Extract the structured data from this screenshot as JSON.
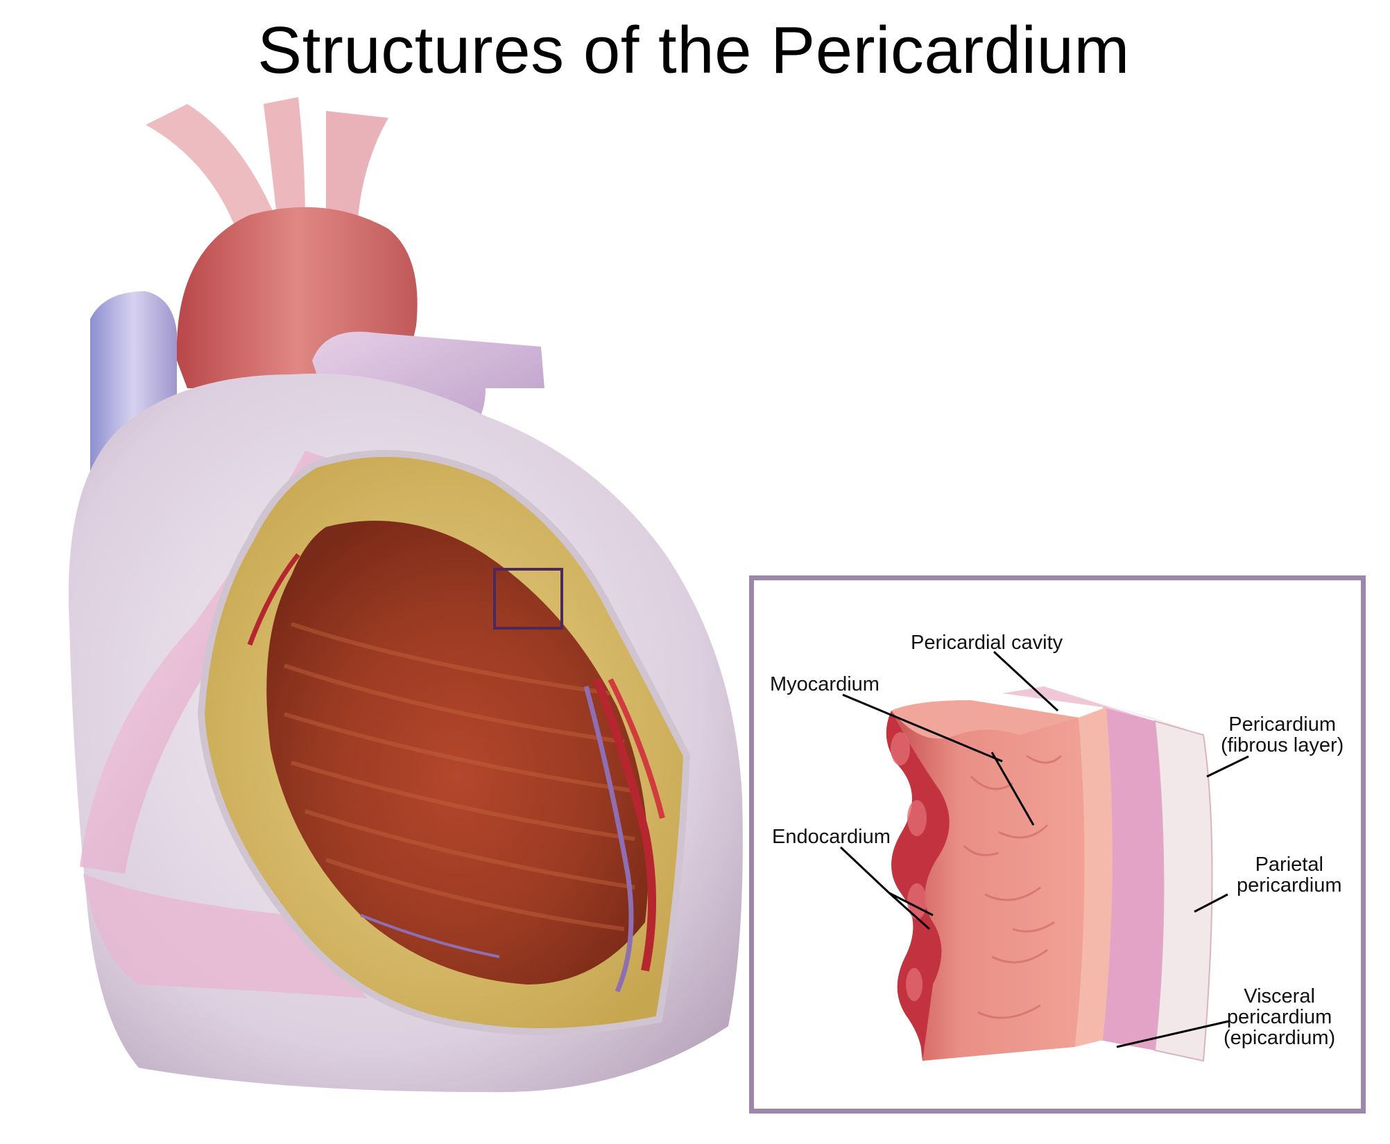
{
  "title": "Structures of the Pericardium",
  "colors": {
    "inset_border": "#9c86ac",
    "zoom_box": "#4a2a5e",
    "myocardium": "#d9756e",
    "epicardium": "#f2b4a8",
    "cavity": "#e7a8c8",
    "fibrous": "#f1e7ea"
  },
  "labels": {
    "pericardial_cavity": "Pericardial cavity",
    "myocardium": "Myocardium",
    "endocardium": "Endocardium",
    "pericardium_fibrous_1": "Pericardium",
    "pericardium_fibrous_2": "(fibrous layer)",
    "parietal_1": "Parietal",
    "parietal_2": "pericardium",
    "visceral_1": "Visceral",
    "visceral_2": "pericardium",
    "visceral_3": "(epicardium)"
  }
}
